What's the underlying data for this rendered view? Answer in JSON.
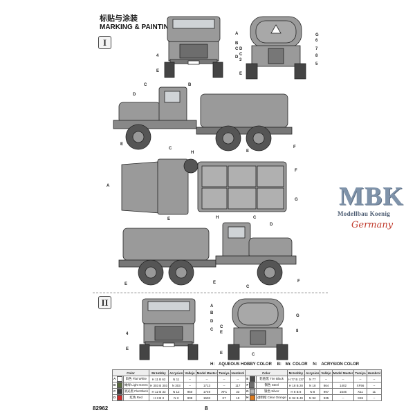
{
  "header": {
    "title_cn": "标贴与涂装",
    "title_en": "MARKING & PAINTING"
  },
  "sections": [
    "I",
    "II"
  ],
  "callouts": {
    "front_top": [
      "A",
      "B",
      "C",
      "D",
      "4",
      "E"
    ],
    "rear_top": [
      "G",
      "6",
      "7",
      "8",
      "D",
      "C",
      "3",
      "E",
      "5"
    ],
    "side_top": [
      "C",
      "D",
      "B",
      "E",
      "C",
      "E",
      "F"
    ],
    "plan": [
      "A",
      "E",
      "H",
      "F",
      "G"
    ],
    "side_bottom": [
      "C",
      "D",
      "H",
      "E",
      "E",
      "C",
      "F"
    ],
    "front_bottom": [
      "A",
      "B",
      "D",
      "C",
      "4",
      "E"
    ],
    "rear_bottom": [
      "G",
      "C",
      "E",
      "8",
      "C",
      "E"
    ]
  },
  "legend": {
    "h": "H:",
    "h_text": "AQUEOUS HOBBY COLOR",
    "b": "B:",
    "b_text": "Mr. COLOR",
    "n": "N:",
    "n_text": "ACRYSION COLOR"
  },
  "table": {
    "headers": [
      "Color",
      "Mr.Hobby",
      "Acrysion",
      "Vallejo",
      "Model Master",
      "Tamiya",
      "Humbrol"
    ],
    "rows_left": [
      {
        "key": "A",
        "color": "#ffffff",
        "name": "白色 Flat White",
        "hobby": "H 11 B 62",
        "acrysion": "N 11",
        "vallejo": "--",
        "mm": "--",
        "tamiya": "--",
        "humbrol": "--"
      },
      {
        "key": "B",
        "color": "#5a6b3f",
        "name": "橄绿 Light Green",
        "hobby": "H 303 B 303",
        "acrysion": "N 303",
        "vallejo": "--",
        "mm": "1713",
        "tamiya": "--",
        "humbrol": "117"
      },
      {
        "key": "C",
        "color": "#3a3a3a",
        "name": "消光黑 Flat Black",
        "hobby": "H 12 B 33",
        "acrysion": "N 12",
        "vallejo": "950",
        "mm": "1749",
        "tamiya": "XF1",
        "humbrol": "33"
      },
      {
        "key": "D",
        "color": "#cc2b2b",
        "name": "红色 Red",
        "hobby": "H 3 B 3",
        "acrysion": "N 3",
        "vallejo": "908",
        "mm": "1503",
        "tamiya": "X7",
        "humbrol": "19"
      }
    ],
    "rows_right": [
      {
        "key": "E",
        "color": "#4a4a4a",
        "name": "轮胎黑 Tire Black",
        "hobby": "H 77 B 137",
        "acrysion": "N 77",
        "vallejo": "--",
        "mm": "--",
        "tamiya": "--",
        "humbrol": "--"
      },
      {
        "key": "F",
        "color": "#6e6e6e",
        "name": "钢色 Steel",
        "hobby": "H 18 B 28",
        "acrysion": "N 18",
        "vallejo": "864",
        "mm": "1402",
        "tamiya": "XF56",
        "humbrol": "--"
      },
      {
        "key": "G",
        "color": "#b8b8b8",
        "name": "银色 Silver",
        "hobby": "H 8 B 8",
        "acrysion": "N 8",
        "vallejo": "997",
        "mm": "1546",
        "tamiya": "X11",
        "humbrol": "11"
      },
      {
        "key": "H",
        "color": "#e07a1a",
        "name": "透明橙 Clear Orange",
        "hobby": "H 92 B 49",
        "acrysion": "N 92",
        "vallejo": "935",
        "mm": "--",
        "tamiya": "X26",
        "humbrol": "--"
      }
    ]
  },
  "footer": {
    "code": "82962",
    "page": "8"
  },
  "logo": {
    "mbk": "MBK",
    "sub": "Modellbau Koenig",
    "country": "Germany"
  }
}
